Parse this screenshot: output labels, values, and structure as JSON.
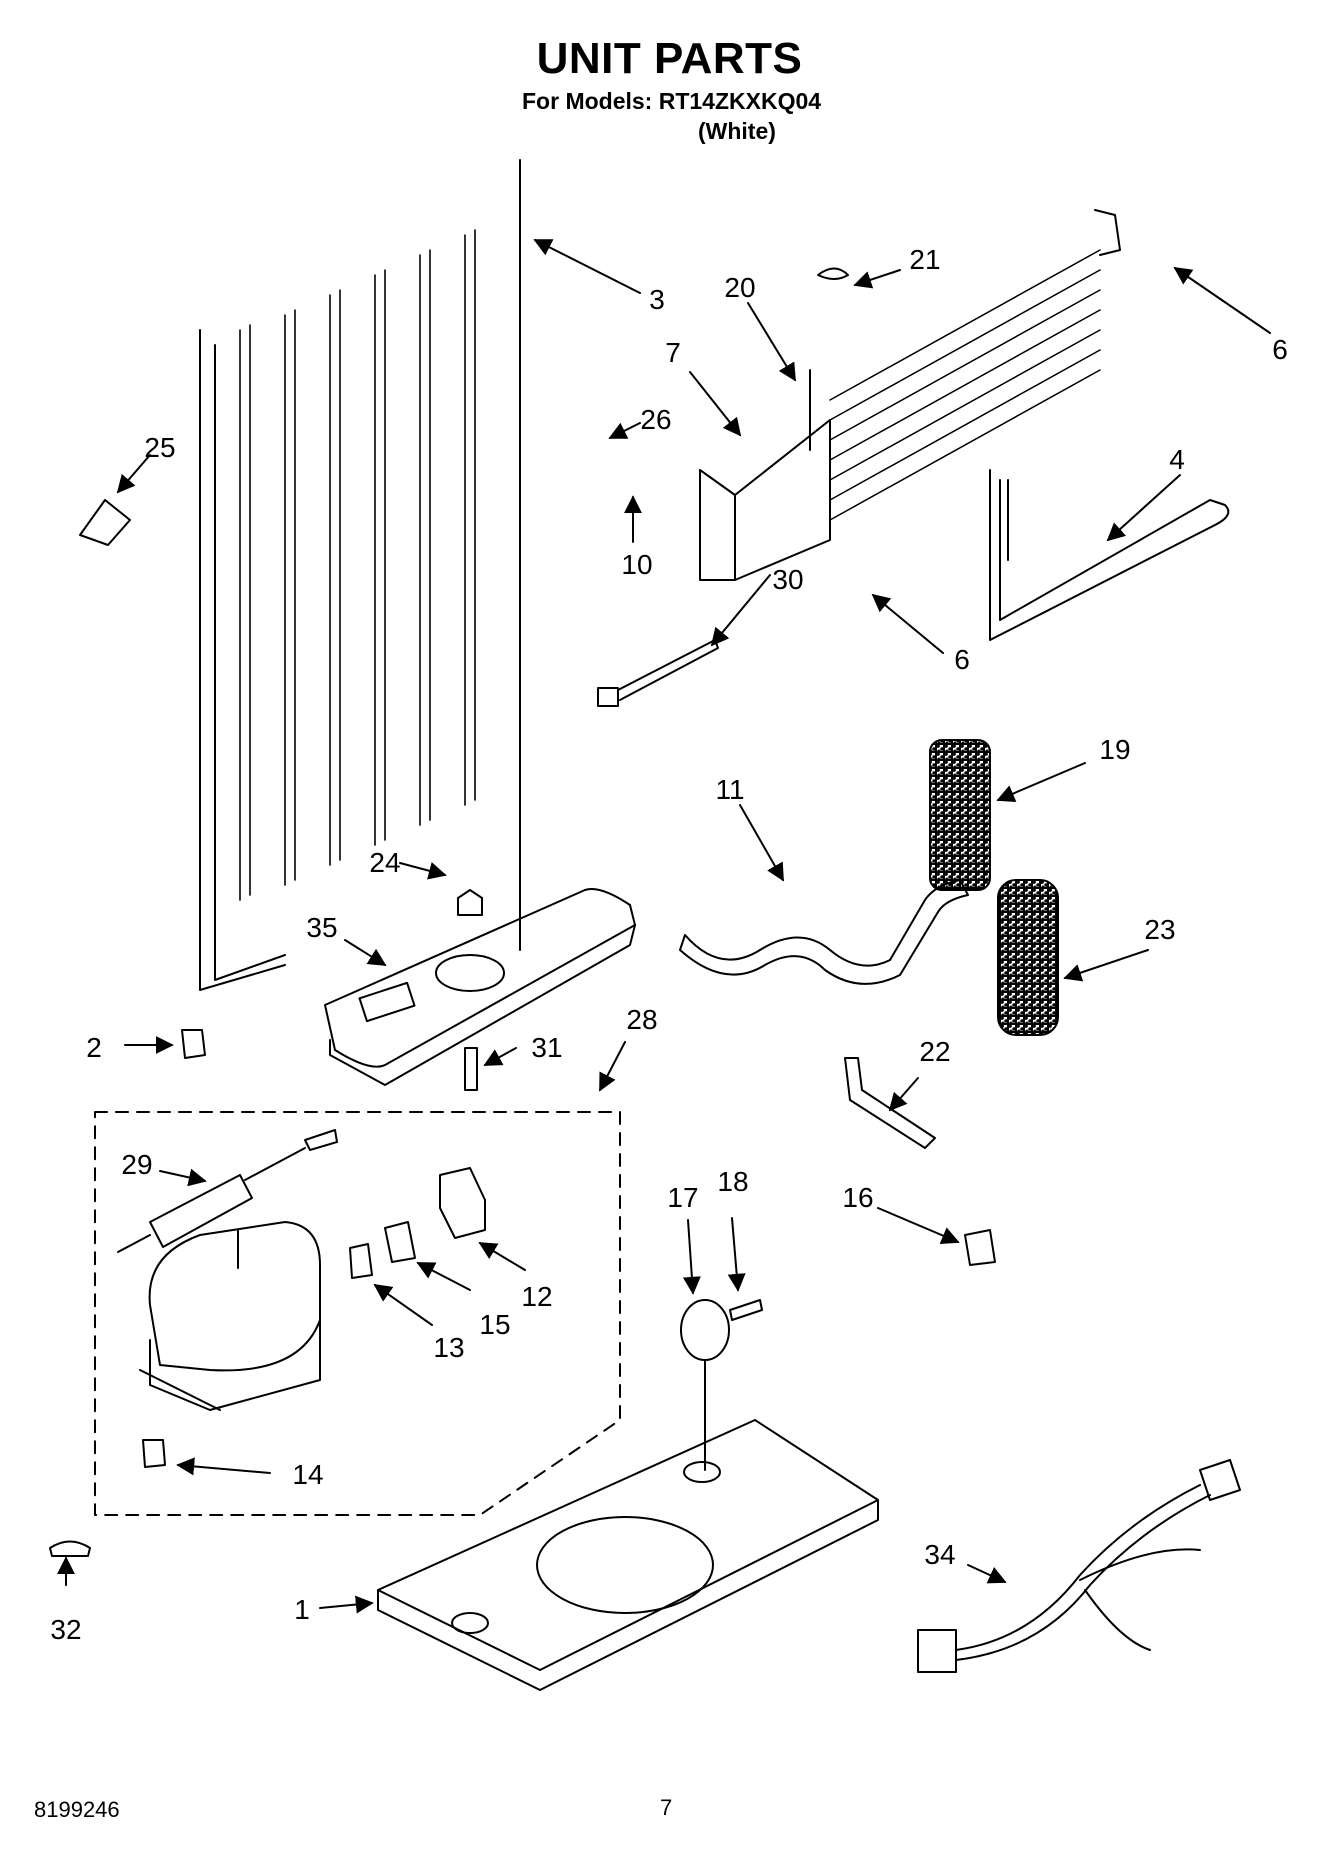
{
  "header": {
    "title": "UNIT PARTS",
    "models": "For Models: RT14ZKXKQ04",
    "color": "(White)"
  },
  "footer": {
    "doc_number": "8199246",
    "page_number": "7"
  },
  "callouts": [
    "3",
    "20",
    "21",
    "6",
    "7",
    "26",
    "25",
    "4",
    "10",
    "30",
    "6",
    "19",
    "11",
    "24",
    "35",
    "23",
    "2",
    "31",
    "28",
    "22",
    "29",
    "17",
    "18",
    "16",
    "12",
    "15",
    "13",
    "14",
    "32",
    "34",
    "1"
  ]
}
